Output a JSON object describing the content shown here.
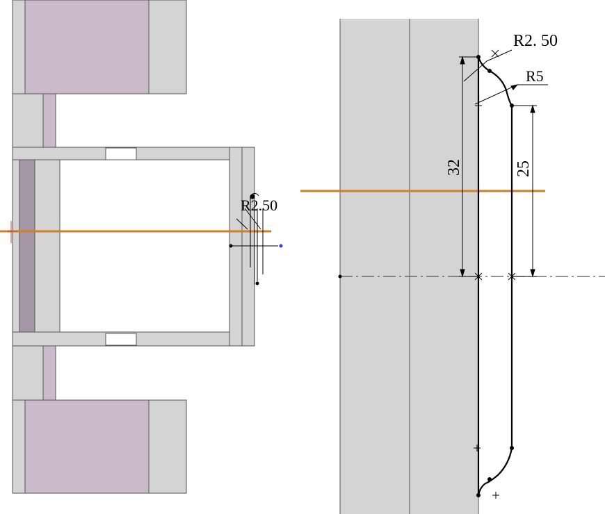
{
  "left_view": {
    "overlay_label": "R2.50"
  },
  "detail_view": {
    "radius_small": "R2. 50",
    "radius_large": "R5",
    "dim_height_outer": "32",
    "dim_height_inner": "25"
  },
  "colors": {
    "part_fill": "#d4d4d4",
    "pink_fill": "#cbb9cc",
    "dark_band": "#a596a8",
    "outline": "#555555",
    "section_line": "#d08020",
    "sketch_line": "#000000"
  }
}
